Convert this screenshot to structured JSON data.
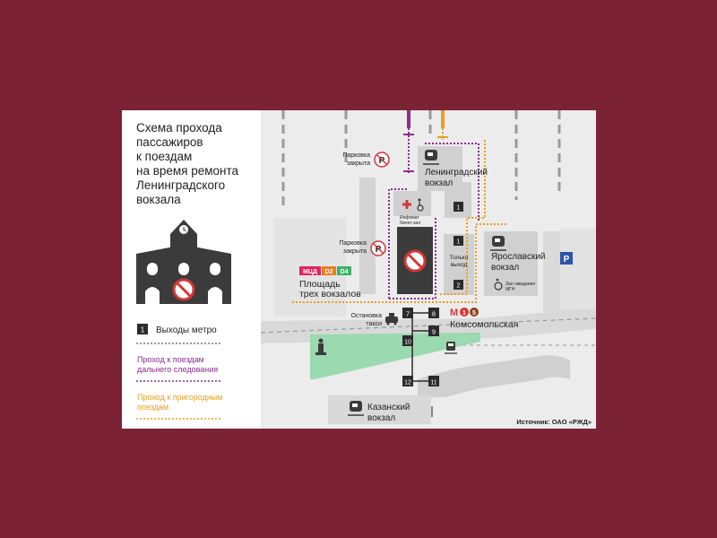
{
  "title_lines": [
    "Схема прохода",
    "пассажиров",
    "к поездам",
    "на время ремонта",
    "Ленинградского",
    "вокзала"
  ],
  "legend": {
    "metro_sample": "1",
    "metro_label": "Выходы метро",
    "long_distance": [
      "Проход к поездам",
      "дальнего следования"
    ],
    "suburban": [
      "Проход к пригородным",
      "поездам"
    ]
  },
  "parking_closed_1": [
    "Парковка",
    "закрыта"
  ],
  "parking_closed_2": [
    "Парковка",
    "закрыта"
  ],
  "parking_symbol": "P",
  "leningradsky": [
    "Ленинградский",
    "вокзал"
  ],
  "yaroslavsky": [
    "Ярославский",
    "вокзал"
  ],
  "kazansky": [
    "Казанский",
    "вокзал"
  ],
  "ploshchad": [
    "Площадь",
    "трех вокзалов"
  ],
  "komsomolskaya": "Комсомольская",
  "metro_letter": "М",
  "metro_line_1": "1",
  "metro_line_5": "5",
  "taxi": [
    "Остановка",
    "такси"
  ],
  "exit_only": [
    "Только",
    "выход"
  ],
  "mgn_hall": [
    "Зал ожидания",
    "МГН"
  ],
  "info_hall": [
    "Инфомат",
    "билет-зал"
  ],
  "badges": {
    "mcd": "МЦД",
    "d2": "D2",
    "d4": "D4"
  },
  "exits": [
    "1",
    "1",
    "2",
    "7",
    "8",
    "9",
    "10",
    "11",
    "12"
  ],
  "source": "Источник: ОАО «РЖД»",
  "colors": {
    "background": "#7b2334",
    "long_distance_path": "#8a2d8f",
    "suburban_path": "#e8a020",
    "closed_building": "#3b3b3b",
    "prohibited": "#d33636",
    "park": "#9bd9b0",
    "parking_sign": "#2d55a5"
  }
}
